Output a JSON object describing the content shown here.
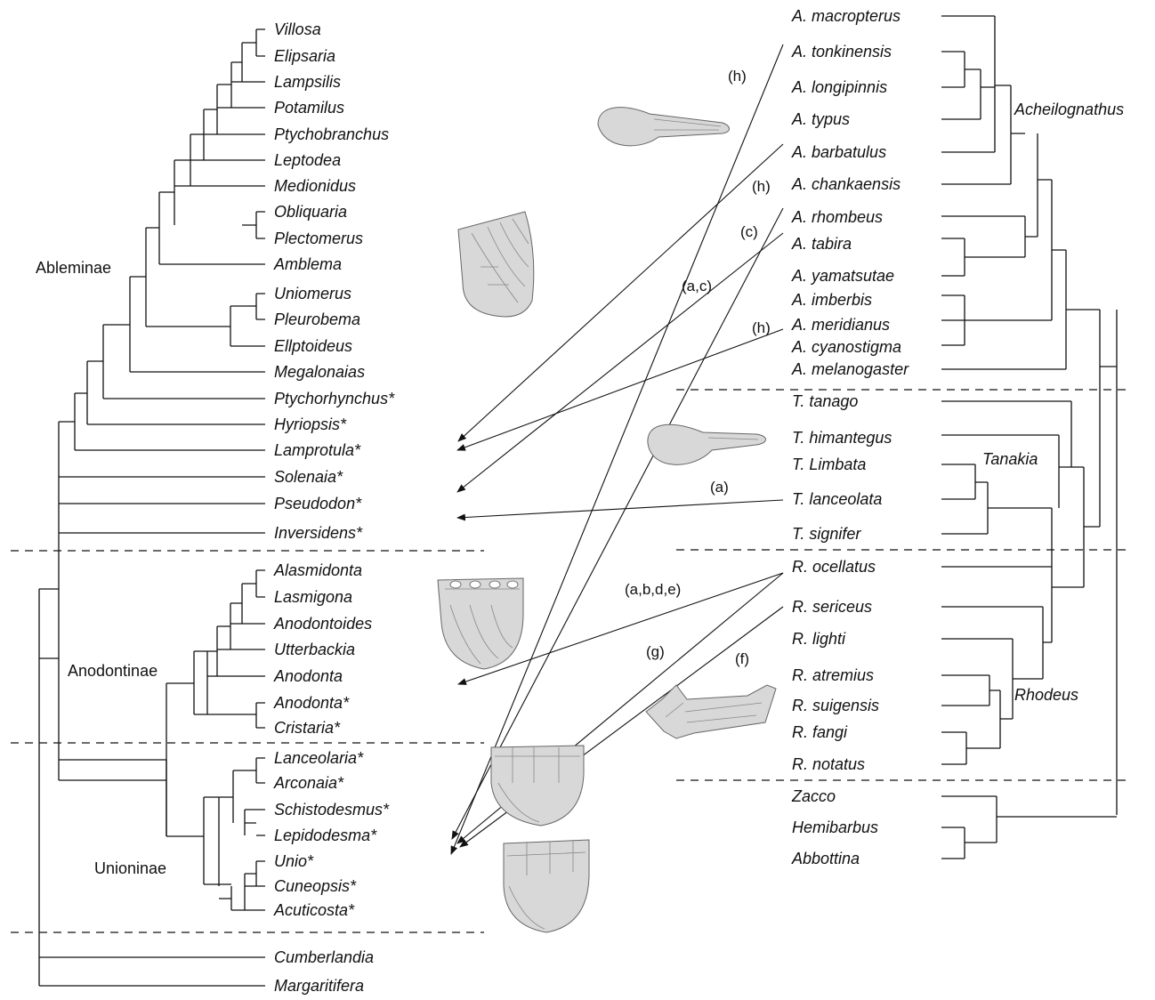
{
  "mussels": {
    "subfamilies": {
      "ambleminae": "Ableminae",
      "anodontinae": "Anodontinae",
      "unioninae": "Unioninae"
    },
    "taxa": [
      "Villosa",
      "Elipsaria",
      "Lampsilis",
      "Potamilus",
      "Ptychobranchus",
      "Leptodea",
      "Medionidus",
      "Obliquaria",
      "Plectomerus",
      "Amblema",
      "Uniomerus",
      "Pleurobema",
      "Ellptoideus",
      "Megalonaias",
      "Ptychorhynchus*",
      "Hyriopsis*",
      "Lamprotula*",
      "Solenaia*",
      "Pseudodon*",
      "Inversidens*",
      "Alasmidonta",
      "Lasmigona",
      "Anodontoides",
      "Utterbackia",
      "Anodonta",
      "Anodonta*",
      "Cristaria*",
      "Lanceolaria*",
      "Arconaia*",
      "Schistodesmus*",
      "Lepidodesma*",
      "Unio*",
      "Cuneopsis*",
      "Acuticosta*",
      "Cumberlandia",
      "Margaritifera"
    ]
  },
  "fish": {
    "genera": {
      "acheilognathus": "Acheilognathus",
      "tanakia": "Tanakia",
      "rhodeus": "Rhodeus"
    },
    "taxa": [
      "A. macropterus",
      "A. tonkinensis",
      "A. longipinnis",
      "A. typus",
      "A. barbatulus",
      "A. chankaensis",
      "A. rhombeus",
      "A. tabira",
      "A. yamatsutae",
      "A. imberbis",
      "A. meridianus",
      "A. cyanostigma",
      "A. melanogaster",
      "T. tanago",
      "T. himantegus",
      "T. Limbata",
      "T. lanceolata",
      "T. signifer",
      "R. ocellatus",
      "R. sericeus",
      "R. lighti",
      "R. atremius",
      "R. suigensis",
      "R. fangi",
      "R. notatus",
      "Zacco",
      "Hemibarbus",
      "Abbottina"
    ]
  },
  "associations": [
    "(h)",
    "(h)",
    "(c)",
    "(a,c)",
    "(h)",
    "(a)",
    "(a,b,d,e)",
    "(g)",
    "(f)"
  ]
}
